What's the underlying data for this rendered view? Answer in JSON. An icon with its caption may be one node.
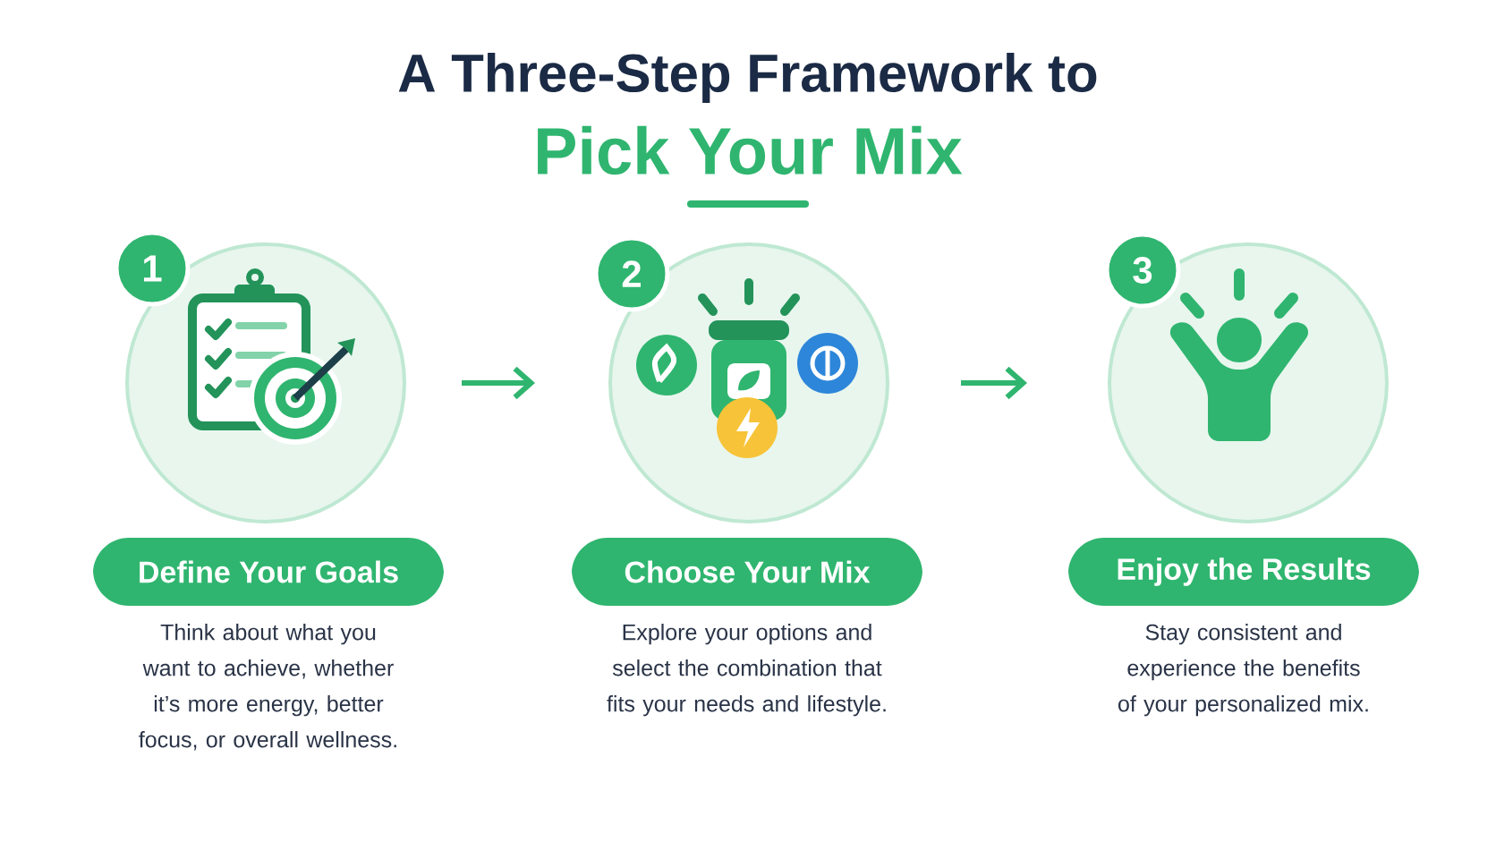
{
  "diagram": {
    "title": "A Three-Step Framework to",
    "labels": [
      "Pick Your Mix"
    ],
    "nodes": [
      {
        "text": [],
        "shape": "circle"
      },
      {
        "text": [],
        "shape": "circle"
      },
      {
        "text": [],
        "shape": "circle"
      },
      {
        "text": [
          "1"
        ]
      },
      {
        "text": [
          "2"
        ]
      },
      {
        "text": [
          "3"
        ]
      },
      {
        "text": [
          "Define Your Goals"
        ],
        "beside": [
          "Think about what you want to achieve, whether it’s more energy, better focus, or overall wellness."
        ]
      },
      {
        "text": [
          "Choose Your Mix"
        ],
        "beside": [
          "Explore your options and select the combination that fits your needs and lifestyle."
        ]
      },
      {
        "text": [
          "Enjoy the Results"
        ],
        "beside": [
          "Stay consistent and experience the benefits of your personalized mix."
        ]
      }
    ],
    "edges": [
      {
        "from": 0,
        "to": 1,
        "arrow": "to"
      },
      {
        "from": 1,
        "to": 2,
        "arrow": "to"
      }
    ]
  }
}
